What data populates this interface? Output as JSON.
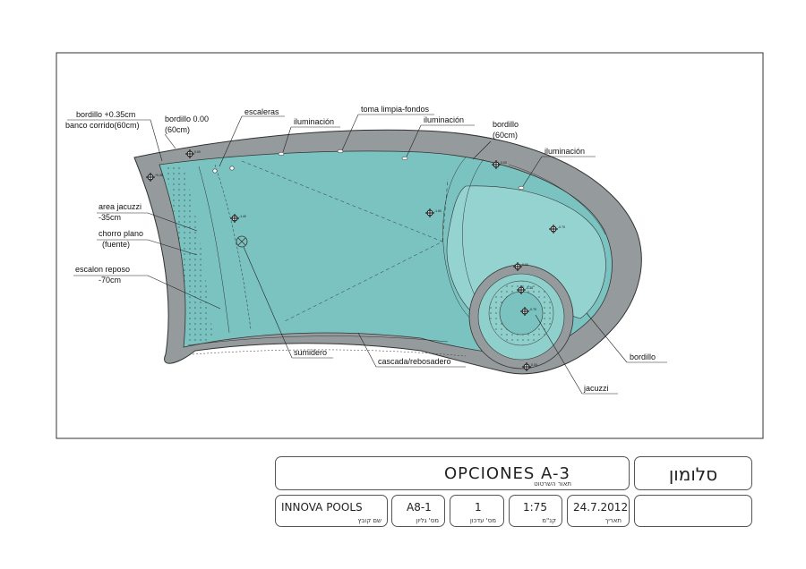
{
  "labels": {
    "bordillo_035": "bordillo +0.35cm",
    "banco_corrido": "banco corrido(60cm)",
    "bordillo_000": "bordillo 0.00",
    "bordillo_000_width": "(60cm)",
    "escaleras": "escaleras",
    "iluminacion": "iluminación",
    "toma": "toma limpia-fondos",
    "bordillo": "bordillo",
    "bordillo_width": "(60cm)",
    "area_jacuzzi": "area jacuzzi",
    "area_jacuzzi_depth": "-35cm",
    "chorro": "chorro plano",
    "fuente": "(fuente)",
    "escalon": "escalon reposo",
    "escalon_depth": "-70cm",
    "sumidero": "sumidero",
    "cascada": "cascada/rebosadero",
    "jacuzzi": "jacuzzi"
  },
  "levels": {
    "l1": "0.00",
    "l2": "+0.35",
    "l3": "-1.40",
    "l4": "-1.60",
    "l5": "0.00",
    "l6": "-0.70",
    "l7": "0.00",
    "l8": "-0.35",
    "l9": "-0.70",
    "l10": "0.00"
  },
  "titleblock": {
    "title": "OPCIONES A-3",
    "title_caption": "תאור השרטוט",
    "client": "סלומון",
    "company": "INNOVA POOLS",
    "company_caption": "שם קובץ",
    "sheet": "A8-1",
    "sheet_caption": "מס' גליון",
    "revision": "1",
    "revision_caption": "מס' עדכון",
    "scale": "1:75",
    "scale_caption": "קנ\"מ",
    "date": "24.7.2012",
    "date_caption": "תאריך"
  },
  "colors": {
    "water": "#7bc3c0",
    "coping": "#959b9c",
    "outline": "#333333"
  }
}
